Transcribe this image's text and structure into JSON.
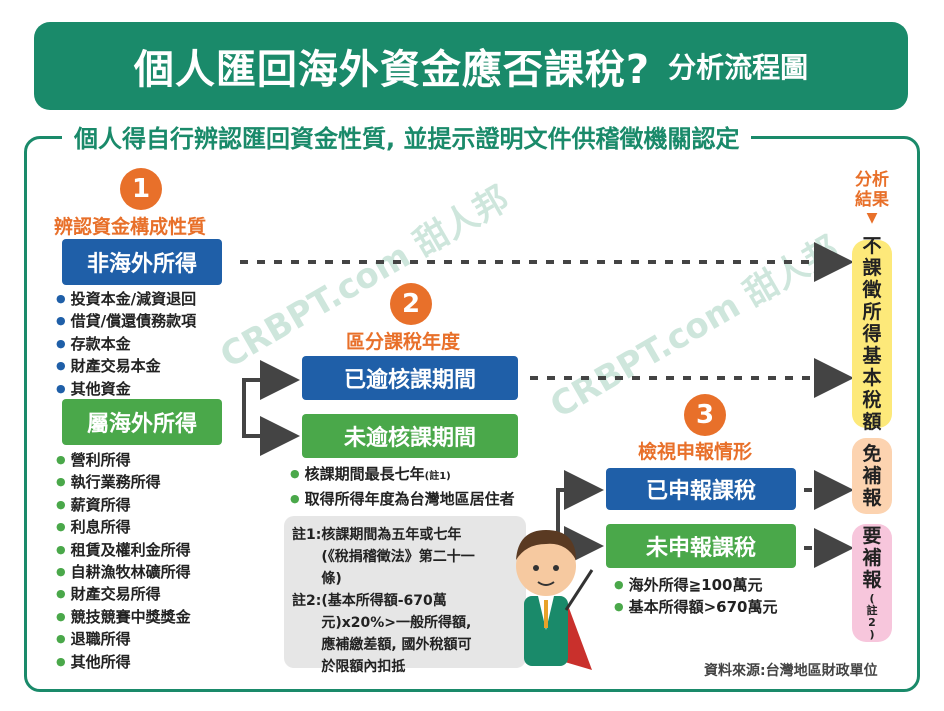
{
  "title": {
    "main": "個人匯回海外資金應否課稅?",
    "sub": "分析流程圖"
  },
  "frame_caption": "個人得自行辨認匯回資金性質, 並提示證明文件供稽徵機關認定",
  "watermark": "CRBPT.com 甜人邦",
  "step1": {
    "number": "1",
    "title": "辨認資金構成性質"
  },
  "step2": {
    "number": "2",
    "title": "區分課稅年度"
  },
  "step3": {
    "number": "3",
    "title": "檢視申報情形"
  },
  "non_foreign": {
    "label": "非海外所得",
    "items": [
      "投資本金/減資退回",
      "借貸/償還債務款項",
      "存款本金",
      "財產交易本金",
      "其他資金"
    ]
  },
  "foreign": {
    "label": "屬海外所得",
    "items": [
      "營利所得",
      "執行業務所得",
      "薪資所得",
      "利息所得",
      "租賃及權利金所得",
      "自耕漁牧林礦所得",
      "財產交易所得",
      "競技競賽中獎獎金",
      "退職所得",
      "其他所得"
    ]
  },
  "expired": {
    "label": "已逾核課期間"
  },
  "not_expired": {
    "label": "未逾核課期間"
  },
  "period_notes": [
    "核課期間最長七年",
    "(註1)",
    "取得所得年度為台灣地區居住者"
  ],
  "notes": {
    "note1_label": "註1:",
    "note1_text": "核課期間為五年或七年(《稅捐稽徵法》第二十一條)",
    "note2_label": "註2:",
    "note2_text": "(基本所得額-670萬元)x20%>一般所得額, 應補繳差額, 國外稅額可於限額內扣抵"
  },
  "filed": {
    "label": "已申報課稅"
  },
  "not_filed": {
    "label": "未申報課稅"
  },
  "thresholds": [
    "海外所得≧100萬元",
    "基本所得額>670萬元"
  ],
  "result_header": [
    "分析",
    "結果"
  ],
  "result_no_tax": [
    "不",
    "課",
    "徵",
    "所",
    "得",
    "基",
    "本",
    "稅",
    "額"
  ],
  "result_exempt": [
    "免",
    "補",
    "報"
  ],
  "result_required": [
    "要",
    "補",
    "報"
  ],
  "result_required_note": [
    "(",
    "註",
    "2",
    ")"
  ],
  "source": "資料來源:台灣地區財政單位",
  "colors": {
    "green": "#1a8a6a",
    "blue": "#1f5fa8",
    "light_green": "#4aa84a",
    "orange": "#e8702a",
    "yellow": "#fde97a",
    "peach": "#fcd3b0",
    "pink": "#f7c6dc"
  }
}
